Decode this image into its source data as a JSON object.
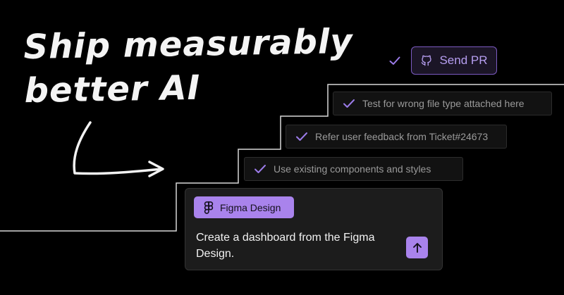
{
  "headline": {
    "line1": "Ship measurably",
    "line2": "better AI"
  },
  "send_pr": {
    "label": "Send PR",
    "icon": "github-icon",
    "completed": true
  },
  "checklist": [
    {
      "text": "Test for wrong file type attached here",
      "icon": "check-icon"
    },
    {
      "text": "Refer user feedback from Ticket#24673",
      "icon": "check-icon"
    },
    {
      "text": "Use existing components and styles",
      "icon": "check-icon"
    }
  ],
  "prompt": {
    "tag_label": "Figma Design",
    "tag_icon": "figma-icon",
    "text": "Create a dashboard from the Figma Design.",
    "send_icon": "arrow-up-icon"
  },
  "colors": {
    "background": "#000000",
    "accent": "#a983ec",
    "accent_text": "#b69ef0",
    "check": "#9b7be8",
    "stairs_line": "#d8d8d8",
    "card": "#121212"
  }
}
